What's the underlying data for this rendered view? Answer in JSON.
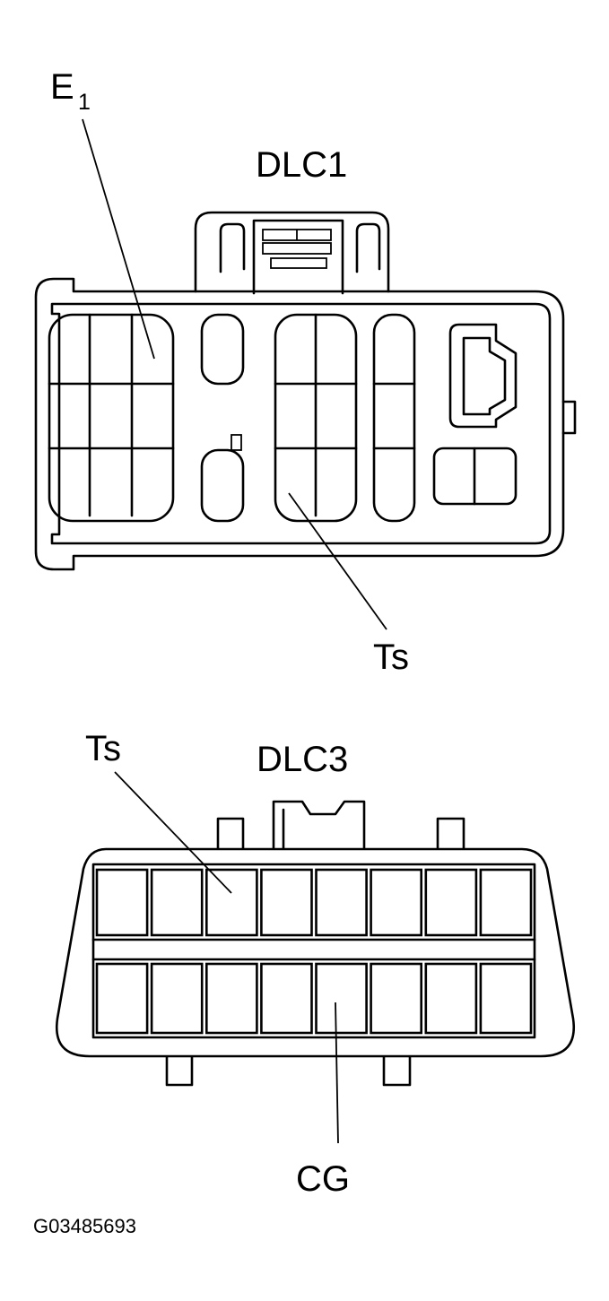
{
  "dlc1": {
    "title": "DLC1",
    "label_e1_main": "E",
    "label_e1_sub": "1",
    "label_ts": "Ts"
  },
  "dlc3": {
    "title": "DLC3",
    "label_ts": "Ts",
    "label_cg": "CG",
    "terminals_top_row": 8,
    "terminals_bottom_row": 8
  },
  "figure_code": "G03485693"
}
